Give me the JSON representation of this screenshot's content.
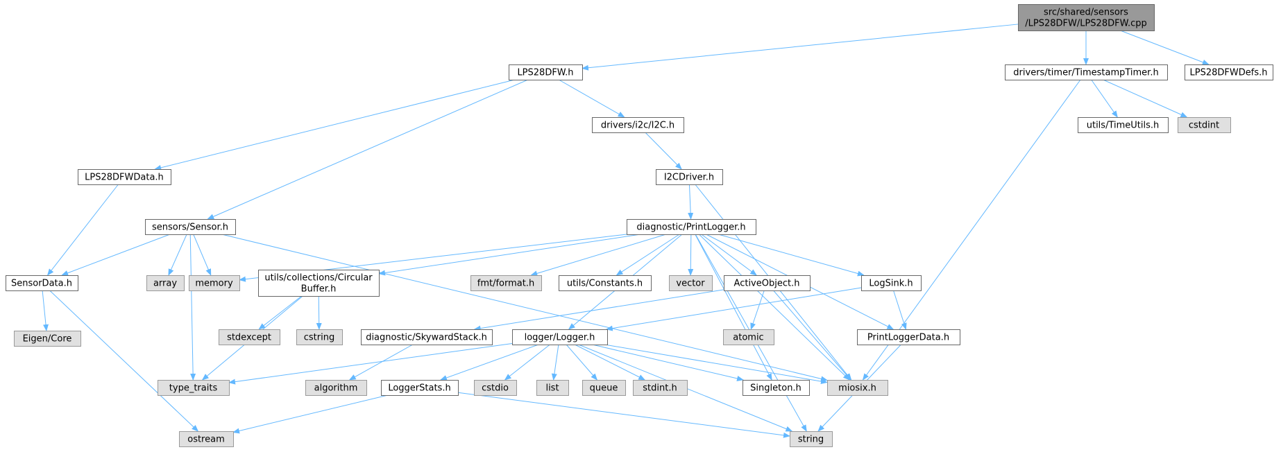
{
  "colors": {
    "edge": "#63b8ff",
    "root_fill": "#999999",
    "root_stroke": "#666666",
    "header_fill": "#ffffff",
    "header_stroke": "#666666",
    "system_fill": "#e0e0e0",
    "system_stroke": "#999999"
  },
  "nodes": {
    "root": {
      "label": [
        "src/shared/sensors",
        "/LPS28DFW/LPS28DFW.cpp"
      ],
      "kind": "root"
    },
    "lps28dfw_h": {
      "label": [
        "LPS28DFW.h"
      ],
      "kind": "header"
    },
    "timestamp_timer": {
      "label": [
        "drivers/timer/TimestampTimer.h"
      ],
      "kind": "header"
    },
    "lps28dfw_defs": {
      "label": [
        "LPS28DFWDefs.h"
      ],
      "kind": "header"
    },
    "drivers_i2c": {
      "label": [
        "drivers/i2c/I2C.h"
      ],
      "kind": "header"
    },
    "time_utils": {
      "label": [
        "utils/TimeUtils.h"
      ],
      "kind": "header"
    },
    "cstdint": {
      "label": [
        "cstdint"
      ],
      "kind": "system"
    },
    "lps28dfw_data": {
      "label": [
        "LPS28DFWData.h"
      ],
      "kind": "header"
    },
    "i2c_driver": {
      "label": [
        "I2CDriver.h"
      ],
      "kind": "header"
    },
    "sensors_sensor": {
      "label": [
        "sensors/Sensor.h"
      ],
      "kind": "header"
    },
    "print_logger": {
      "label": [
        "diagnostic/PrintLogger.h"
      ],
      "kind": "header"
    },
    "sensor_data": {
      "label": [
        "SensorData.h"
      ],
      "kind": "header"
    },
    "array": {
      "label": [
        "array"
      ],
      "kind": "system"
    },
    "memory": {
      "label": [
        "memory"
      ],
      "kind": "system"
    },
    "circular_buffer": {
      "label": [
        "utils/collections/Circular",
        "Buffer.h"
      ],
      "kind": "header"
    },
    "fmt_format": {
      "label": [
        "fmt/format.h"
      ],
      "kind": "system"
    },
    "utils_constants": {
      "label": [
        "utils/Constants.h"
      ],
      "kind": "header"
    },
    "vector": {
      "label": [
        "vector"
      ],
      "kind": "system"
    },
    "active_object": {
      "label": [
        "ActiveObject.h"
      ],
      "kind": "header"
    },
    "log_sink": {
      "label": [
        "LogSink.h"
      ],
      "kind": "header"
    },
    "eigen_core": {
      "label": [
        "Eigen/Core"
      ],
      "kind": "system"
    },
    "stdexcept": {
      "label": [
        "stdexcept"
      ],
      "kind": "system"
    },
    "cstring": {
      "label": [
        "cstring"
      ],
      "kind": "system"
    },
    "skyward_stack": {
      "label": [
        "diagnostic/SkywardStack.h"
      ],
      "kind": "header"
    },
    "logger": {
      "label": [
        "logger/Logger.h"
      ],
      "kind": "header"
    },
    "atomic": {
      "label": [
        "atomic"
      ],
      "kind": "system"
    },
    "print_logger_data": {
      "label": [
        "PrintLoggerData.h"
      ],
      "kind": "header"
    },
    "type_traits": {
      "label": [
        "type_traits"
      ],
      "kind": "system"
    },
    "algorithm": {
      "label": [
        "algorithm"
      ],
      "kind": "system"
    },
    "logger_stats": {
      "label": [
        "LoggerStats.h"
      ],
      "kind": "header"
    },
    "cstdio": {
      "label": [
        "cstdio"
      ],
      "kind": "system"
    },
    "list": {
      "label": [
        "list"
      ],
      "kind": "system"
    },
    "queue": {
      "label": [
        "queue"
      ],
      "kind": "system"
    },
    "stdint_h": {
      "label": [
        "stdint.h"
      ],
      "kind": "system"
    },
    "singleton": {
      "label": [
        "Singleton.h"
      ],
      "kind": "header"
    },
    "miosix": {
      "label": [
        "miosix.h"
      ],
      "kind": "system"
    },
    "ostream": {
      "label": [
        "ostream"
      ],
      "kind": "system"
    },
    "string": {
      "label": [
        "string"
      ],
      "kind": "system"
    }
  },
  "edges": [
    [
      "root",
      "lps28dfw_h"
    ],
    [
      "root",
      "timestamp_timer"
    ],
    [
      "root",
      "lps28dfw_defs"
    ],
    [
      "lps28dfw_h",
      "drivers_i2c"
    ],
    [
      "lps28dfw_h",
      "lps28dfw_data"
    ],
    [
      "lps28dfw_h",
      "sensors_sensor"
    ],
    [
      "timestamp_timer",
      "time_utils"
    ],
    [
      "timestamp_timer",
      "cstdint"
    ],
    [
      "timestamp_timer",
      "miosix"
    ],
    [
      "drivers_i2c",
      "i2c_driver"
    ],
    [
      "i2c_driver",
      "print_logger"
    ],
    [
      "i2c_driver",
      "miosix"
    ],
    [
      "lps28dfw_data",
      "sensor_data"
    ],
    [
      "sensors_sensor",
      "sensor_data"
    ],
    [
      "sensors_sensor",
      "array"
    ],
    [
      "sensors_sensor",
      "memory"
    ],
    [
      "sensors_sensor",
      "type_traits"
    ],
    [
      "sensors_sensor",
      "miosix"
    ],
    [
      "sensor_data",
      "eigen_core"
    ],
    [
      "sensor_data",
      "ostream"
    ],
    [
      "print_logger",
      "memory"
    ],
    [
      "print_logger",
      "circular_buffer"
    ],
    [
      "print_logger",
      "fmt_format"
    ],
    [
      "print_logger",
      "utils_constants"
    ],
    [
      "print_logger",
      "vector"
    ],
    [
      "print_logger",
      "active_object"
    ],
    [
      "print_logger",
      "log_sink"
    ],
    [
      "print_logger",
      "print_logger_data"
    ],
    [
      "print_logger",
      "logger"
    ],
    [
      "print_logger",
      "singleton"
    ],
    [
      "print_logger",
      "miosix"
    ],
    [
      "print_logger",
      "string"
    ],
    [
      "circular_buffer",
      "stdexcept"
    ],
    [
      "circular_buffer",
      "cstring"
    ],
    [
      "circular_buffer",
      "type_traits"
    ],
    [
      "active_object",
      "atomic"
    ],
    [
      "active_object",
      "miosix"
    ],
    [
      "active_object",
      "skyward_stack"
    ],
    [
      "log_sink",
      "print_logger_data"
    ],
    [
      "log_sink",
      "logger"
    ],
    [
      "skyward_stack",
      "algorithm"
    ],
    [
      "logger",
      "type_traits"
    ],
    [
      "logger",
      "logger_stats"
    ],
    [
      "logger",
      "cstdio"
    ],
    [
      "logger",
      "list"
    ],
    [
      "logger",
      "queue"
    ],
    [
      "logger",
      "stdint_h"
    ],
    [
      "logger",
      "singleton"
    ],
    [
      "logger",
      "miosix"
    ],
    [
      "logger",
      "string"
    ],
    [
      "print_logger_data",
      "string"
    ],
    [
      "logger_stats",
      "ostream"
    ],
    [
      "logger_stats",
      "string"
    ]
  ]
}
